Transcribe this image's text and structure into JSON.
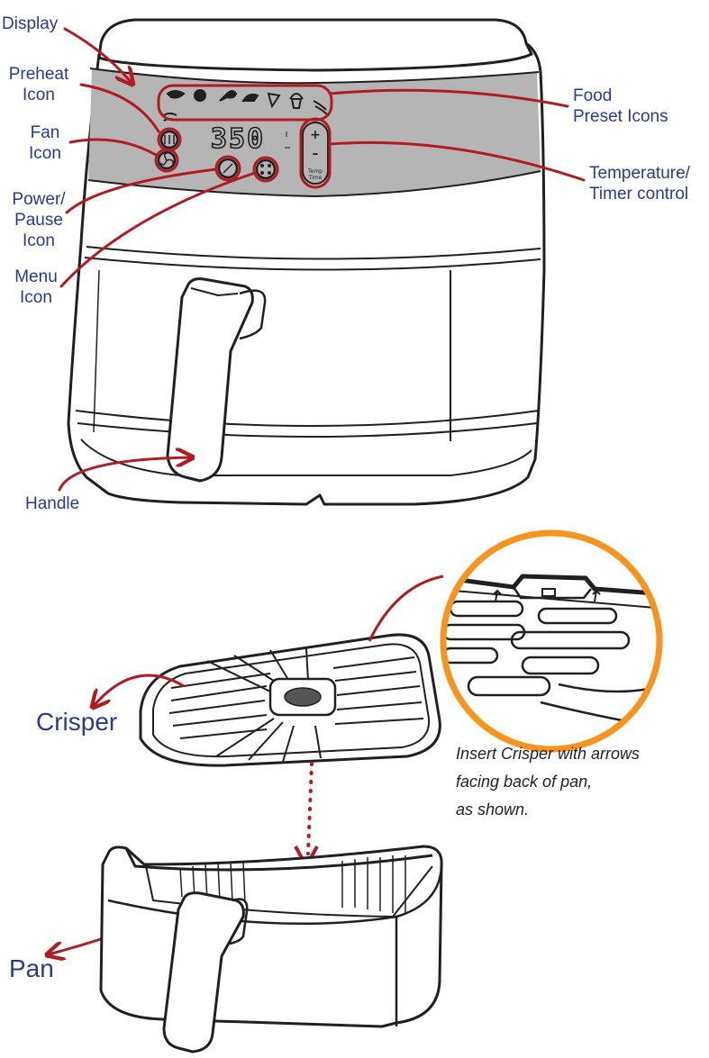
{
  "labels": {
    "display": "Display",
    "preheat_icon": [
      "Preheat",
      "Icon"
    ],
    "fan_icon": [
      "Fan",
      "Icon"
    ],
    "power_pause_icon": [
      "Power/",
      "Pause",
      "Icon"
    ],
    "menu_icon": [
      "Menu",
      "Icon"
    ],
    "food_preset_icons": [
      "Food",
      "Preset Icons"
    ],
    "temperature_timer_control": [
      "Temperature/",
      "Timer control"
    ],
    "handle": "Handle",
    "crisper": "Crisper",
    "pan": "Pan"
  },
  "panel": {
    "display_value": "350",
    "plus": "+",
    "minus": "–",
    "temp_time": [
      "Temp",
      "Time"
    ]
  },
  "note": [
    "Insert Crisper with arrows",
    "facing back of pan,",
    "as shown."
  ],
  "colors": {
    "label_blue": "#2b3990",
    "callout_red": "#b01c22",
    "magnifier_orange": "#f7941d",
    "panel_gray": "#b5b5b5",
    "outline": "#231f20"
  },
  "icons": [
    "preheat-icon",
    "fan-icon",
    "power-pause-icon",
    "menu-icon",
    "shrimp-icon",
    "steak-icon",
    "drumstick-icon",
    "fish-icon",
    "pizza-icon",
    "muffin-icon",
    "bacon-icon"
  ]
}
